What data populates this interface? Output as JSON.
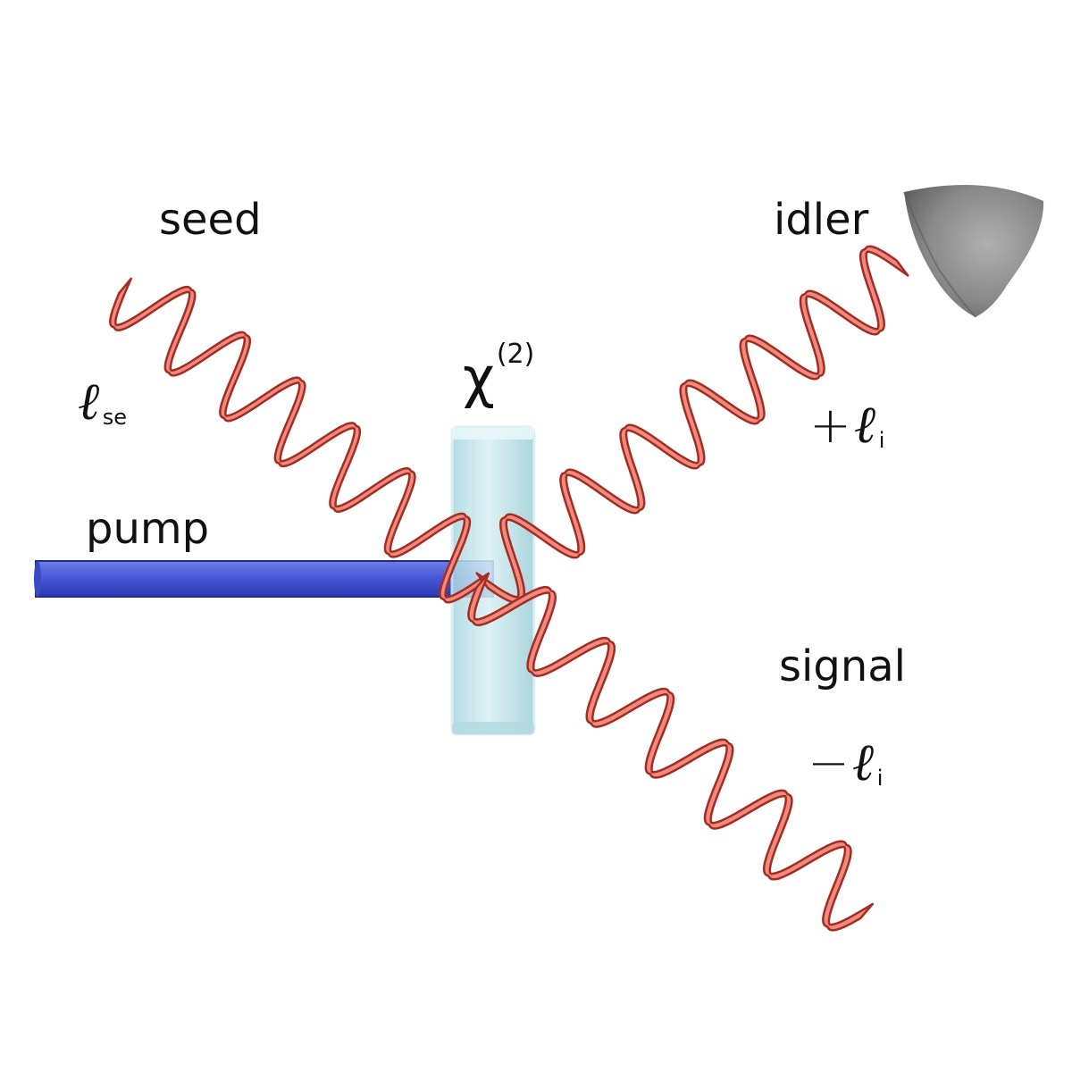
{
  "labels": {
    "seed": "seed",
    "idler": "idler",
    "pump": "pump",
    "signal": "signal",
    "chi": "χ",
    "chi_order": "(2)",
    "ell": "ℓ",
    "seed_sub": "se",
    "idler_sign": "+",
    "idler_sub": "i",
    "signal_sign": "−",
    "signal_sub": "i"
  },
  "colors": {
    "wave_fill": "#f08a7e",
    "wave_edge": "#a32d22",
    "pump_fill": "#4a5ad8",
    "pump_edge": "#1f2a9a",
    "crystal": "#bfe3ea",
    "detector": "#8c8c8c"
  }
}
